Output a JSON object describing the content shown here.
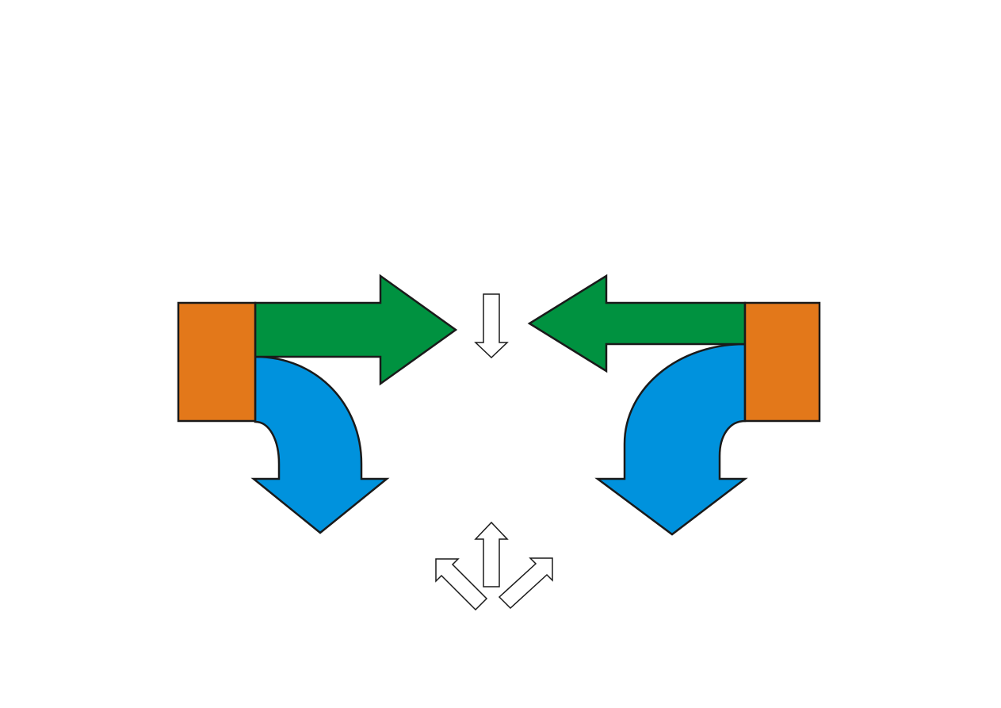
{
  "colors": {
    "block": "#e3781a",
    "straight_arrow": "#009240",
    "curved_arrow": "#0092dd",
    "outline_arrow_fill": "#ffffff",
    "stroke": "#1a1a1a",
    "background": "#ffffff"
  },
  "left_unit": {
    "block": "orange-block",
    "straight_arrow_direction": "right",
    "curved_arrow_direction": "down"
  },
  "right_unit": {
    "block": "orange-block",
    "straight_arrow_direction": "left",
    "curved_arrow_direction": "down"
  },
  "center_top_arrow": {
    "direction": "down"
  },
  "center_bottom_arrows": [
    {
      "direction": "up-left"
    },
    {
      "direction": "up"
    },
    {
      "direction": "up-right"
    }
  ]
}
